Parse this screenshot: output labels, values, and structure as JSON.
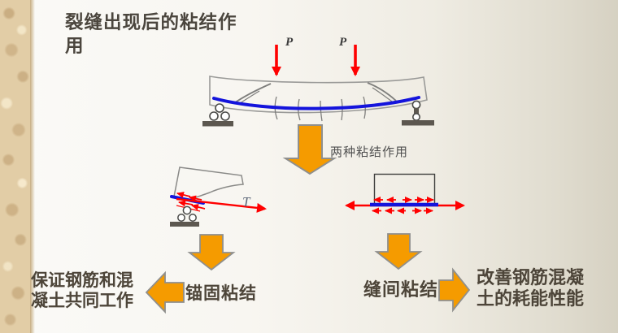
{
  "slide": {
    "title": "裂缝出现后的粘结作用",
    "beam_figure": {
      "load_label_left": "P",
      "load_label_right": "P"
    },
    "branch_label": "两种粘结作用",
    "anchorage_figure": {
      "tension_label": "T"
    },
    "flow": {
      "anchorage": {
        "label": "锚固粘结",
        "outcome": "保证钢筋和混凝土共同工作"
      },
      "between_cracks": {
        "label": "缝间粘结",
        "outcome": "改善钢筋混凝土的耗能性能"
      }
    },
    "colors": {
      "arrow_orange": "#F59B00",
      "force_red": "#FF0000",
      "rebar_blue": "#1414DC",
      "text_dark": "#4D4539",
      "strip_tan": "#E2CDA6"
    }
  }
}
